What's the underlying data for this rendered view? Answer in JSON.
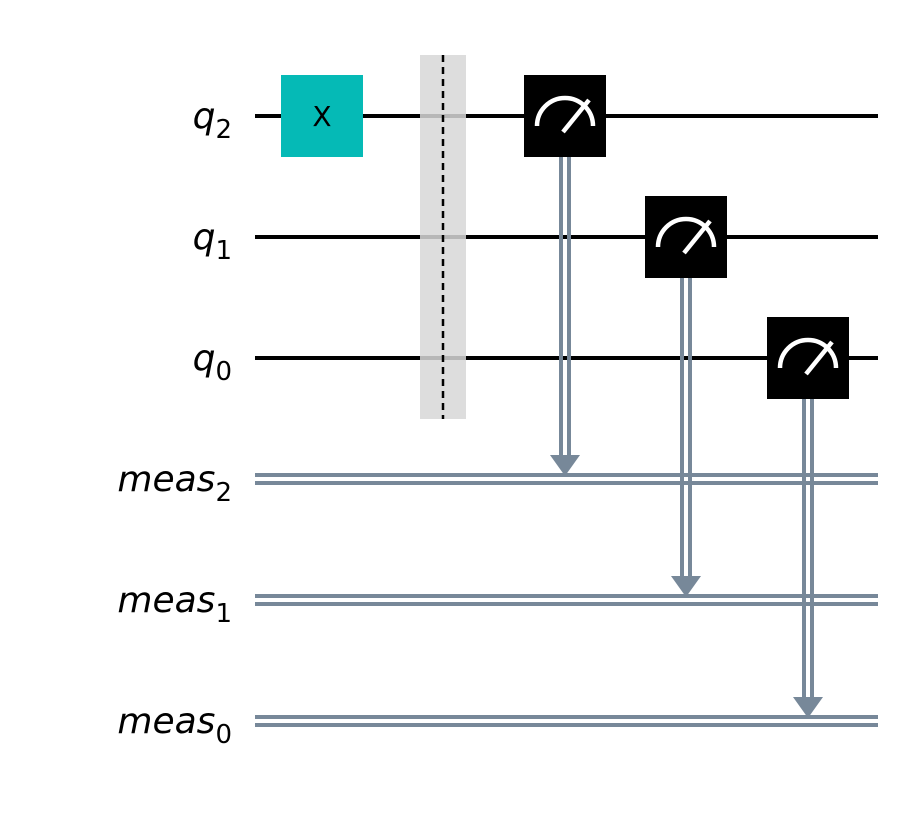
{
  "colors": {
    "qubit_wire": "#000000",
    "classical_wire": "#778899",
    "x_gate": "#05BAB6",
    "measure_box": "#000000",
    "measure_symbol": "#FFFFFF",
    "barrier_fill": "#D7D7D7",
    "barrier_line": "#000000"
  },
  "qubits": [
    {
      "name": "q",
      "index": "2"
    },
    {
      "name": "q",
      "index": "1"
    },
    {
      "name": "q",
      "index": "0"
    }
  ],
  "clbits": [
    {
      "name": "meas",
      "index": "2"
    },
    {
      "name": "meas",
      "index": "1"
    },
    {
      "name": "meas",
      "index": "0"
    }
  ],
  "gates": [
    {
      "type": "x",
      "label": "X",
      "qubit": 0,
      "step": 0
    },
    {
      "type": "barrier",
      "qubits": [
        0,
        1,
        2
      ],
      "step": 1
    },
    {
      "type": "measure",
      "qubit": 2,
      "clbit": 2,
      "step": 2
    },
    {
      "type": "measure",
      "qubit": 1,
      "clbit": 1,
      "step": 3
    },
    {
      "type": "measure",
      "qubit": 0,
      "clbit": 0,
      "step": 4
    }
  ]
}
